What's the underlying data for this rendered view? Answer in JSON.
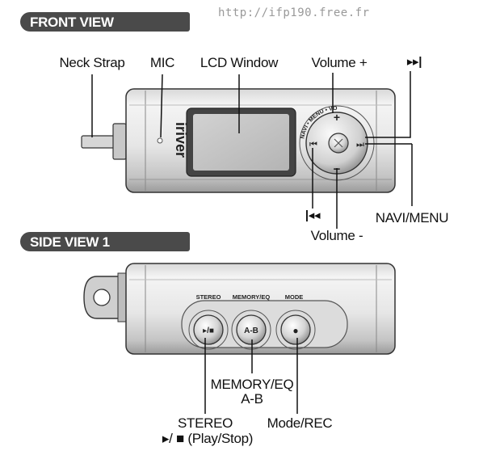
{
  "header": {
    "url": "http://ifp190.free.fr"
  },
  "sections": {
    "front_view": "FRONT VIEW",
    "side_view": "SIDE VIEW 1"
  },
  "front_labels": {
    "neck_strap": "Neck Strap",
    "mic": "MIC",
    "lcd_window": "LCD Window",
    "volume_plus": "Volume +",
    "next": "▸▸|",
    "prev": "|◂◂",
    "navi_menu": "NAVI/MENU",
    "volume_minus": "Volume -"
  },
  "device_front": {
    "brand": "iriver",
    "ring_text": "NAVI • MENU • VOL",
    "plus": "+",
    "minus": "−",
    "prev_glyph": "⏮",
    "next_glyph": "⏭"
  },
  "device_side": {
    "stereo": "STEREO",
    "memory_eq": "MEMORY/EQ",
    "mode": "MODE",
    "btn_play": "▸/■",
    "btn_ab": "A-B",
    "btn_rec": "●"
  },
  "side_labels": {
    "memory_eq": "MEMORY/EQ",
    "ab": "A-B",
    "stereo": "STEREO",
    "play_stop": "▸/ ■ (Play/Stop)",
    "mode_rec": "Mode/REC"
  }
}
